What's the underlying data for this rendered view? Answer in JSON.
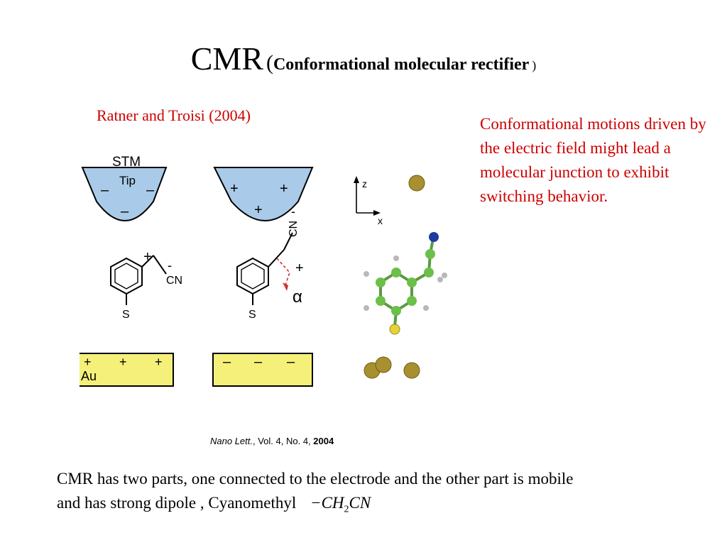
{
  "title": {
    "main": "CMR",
    "open_paren": "(",
    "subtitle": "Conformational molecular rectifier",
    "close_paren": ")"
  },
  "citation": "Ratner and Troisi (2004)",
  "side_note": "Conformational motions driven by the electric field might lead a molecular junction to exhibit switching behavior.",
  "figure": {
    "stm_label": "STM",
    "tip_label": "Tip",
    "au_label": "Au",
    "cn_label": "CN",
    "s_label": "S",
    "alpha_label": "α",
    "axis_z": "z",
    "axis_x": "x",
    "plus": "+",
    "minus": "–",
    "dash": "-"
  },
  "reference": {
    "journal": "Nano Lett.",
    "details": ", Vol. 4, No. 4, ",
    "year": "2004"
  },
  "body": {
    "text": "CMR has two parts, one connected to the electrode and the other part is mobile and has strong dipole , Cyanomethyl",
    "formula_prefix": "−CH",
    "formula_sub": "2",
    "formula_suffix": "CN"
  }
}
